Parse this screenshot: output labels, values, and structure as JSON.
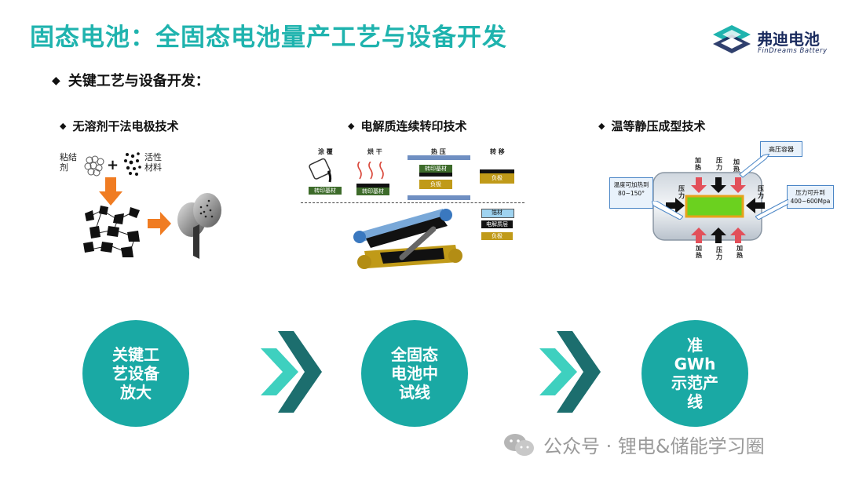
{
  "header": {
    "title": "固态电池：全固态电池量产工艺与设备开发",
    "logo_cn": "弗迪电池",
    "logo_en": "FinDreams Battery"
  },
  "section": {
    "heading": "关键工艺与设备开发："
  },
  "techs": [
    {
      "title": "无溶剂干法电极技术",
      "labels": [
        "粘结剂",
        "活性材料"
      ]
    },
    {
      "title": "电解质连续转印技术",
      "steps": [
        "涂 覆",
        "烘 干",
        "热 压",
        "转 移"
      ],
      "tags": [
        "转印基材",
        "转印基材",
        "转印基材",
        "负极",
        "负极"
      ],
      "legend": [
        "箔材",
        "电解质层",
        "负极"
      ]
    },
    {
      "title": "温等静压成型技术",
      "callouts": [
        "高压容器",
        "温度可加热到 80~150°",
        "压力可升到 400~600Mpa"
      ],
      "labels": [
        "加热",
        "压力",
        "加热",
        "压力",
        "压力",
        "加热",
        "压力",
        "加热"
      ]
    }
  ],
  "roadmap": [
    {
      "text": "关键工艺设备放大"
    },
    {
      "text": "全固态电池中试线"
    },
    {
      "text": "准GWh示范产线"
    }
  ],
  "watermark": "公众号 · 锂电&储能学习圈",
  "colors": {
    "teal": "#1fb3ae",
    "circle": "#1aa9a4",
    "arrow_light": "#3ed0bf",
    "arrow_dark": "#1c6e6e",
    "navy": "#1a2b5e"
  }
}
